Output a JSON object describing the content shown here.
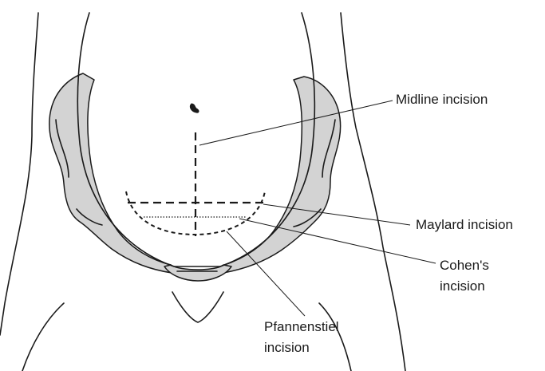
{
  "labels": {
    "midline": "Midline incision",
    "maylard": "Maylard incision",
    "cohen_line1": "Cohen's",
    "cohen_line2": "incision",
    "pfannenstiel_line1": "Pfannenstiel",
    "pfannenstiel_line2": "incision"
  },
  "colors": {
    "line": "#1a1a1a",
    "pelvis_fill": "#d3d3d3",
    "background": "#ffffff"
  }
}
